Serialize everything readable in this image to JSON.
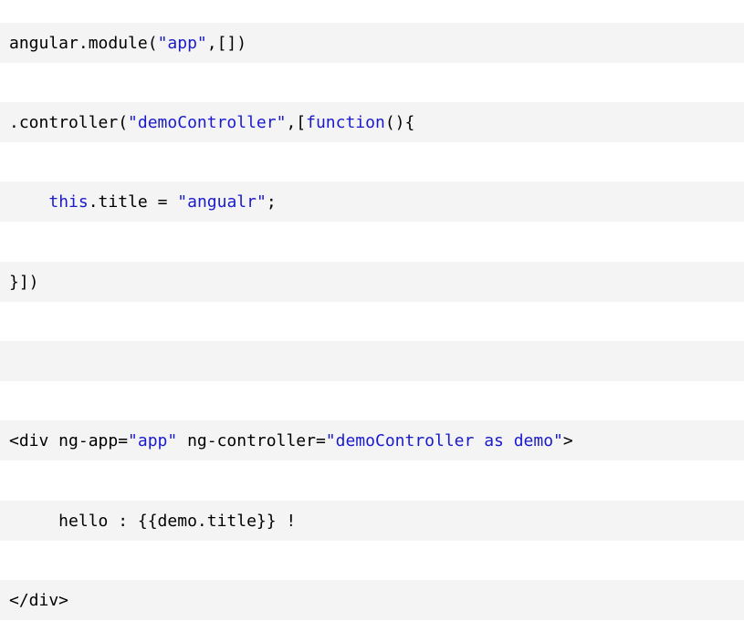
{
  "colors": {
    "line_background": "#f4f4f4",
    "string_token": "#1a1acd",
    "keyword_token": "#1a1acd",
    "plain_token": "#000000"
  },
  "lines": [
    {
      "tokens": [
        {
          "text": "angular.module(",
          "type": "plain"
        },
        {
          "text": "\"app\"",
          "type": "str"
        },
        {
          "text": ",[])",
          "type": "plain"
        }
      ]
    },
    {
      "tokens": [
        {
          "text": ".controller(",
          "type": "plain"
        },
        {
          "text": "\"demoController\"",
          "type": "str"
        },
        {
          "text": ",[",
          "type": "plain"
        },
        {
          "text": "function",
          "type": "kw"
        },
        {
          "text": "(){",
          "type": "plain"
        }
      ]
    },
    {
      "tokens": [
        {
          "text": "    ",
          "type": "plain"
        },
        {
          "text": "this",
          "type": "kw"
        },
        {
          "text": ".title = ",
          "type": "plain"
        },
        {
          "text": "\"angualr\"",
          "type": "str"
        },
        {
          "text": ";",
          "type": "plain"
        }
      ]
    },
    {
      "tokens": [
        {
          "text": "}])",
          "type": "plain"
        }
      ]
    },
    {
      "tokens": []
    },
    {
      "tokens": [
        {
          "text": "<div ng-app=",
          "type": "plain"
        },
        {
          "text": "\"app\"",
          "type": "str"
        },
        {
          "text": " ng-controller=",
          "type": "plain"
        },
        {
          "text": "\"demoController as demo\"",
          "type": "str"
        },
        {
          "text": ">",
          "type": "plain"
        }
      ]
    },
    {
      "tokens": [
        {
          "text": "     hello : {{demo.title}} !",
          "type": "plain"
        }
      ]
    },
    {
      "tokens": [
        {
          "text": "</div>",
          "type": "plain"
        }
      ]
    }
  ]
}
